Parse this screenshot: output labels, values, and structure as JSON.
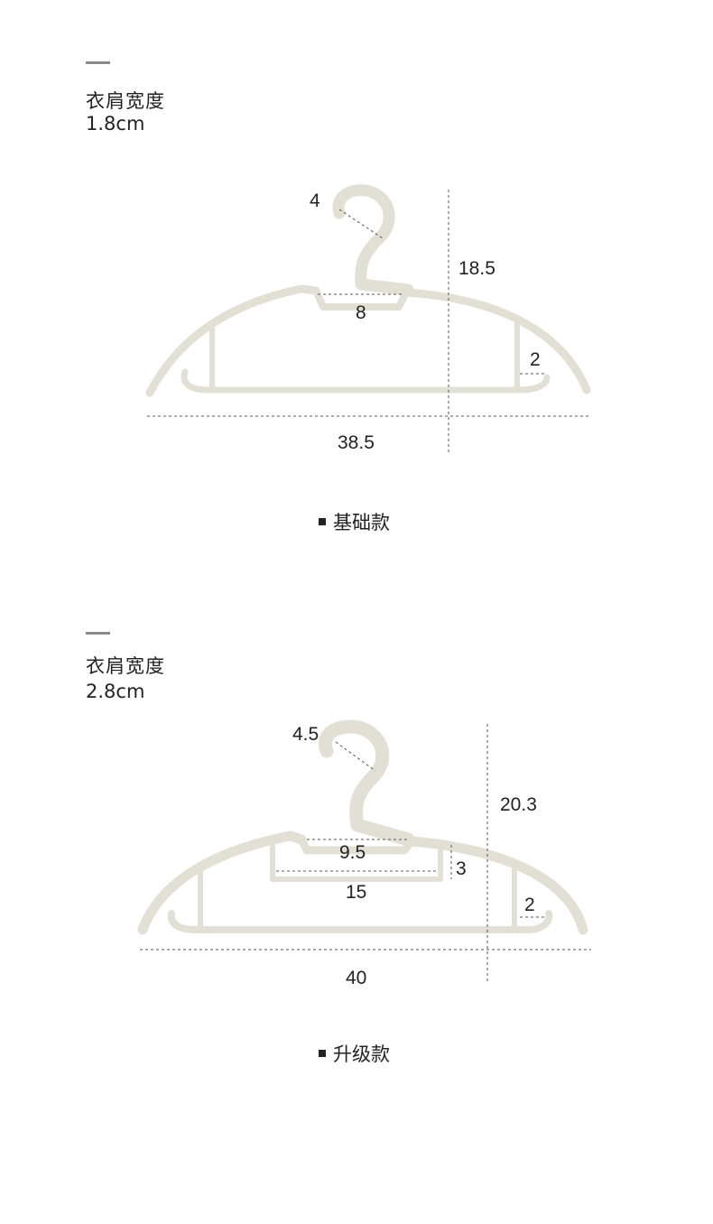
{
  "sections": [
    {
      "title": "衣肩宽度",
      "shoulder_width": "1.8cm",
      "dims": {
        "hook": "4",
        "neck": "8",
        "height": "18.5",
        "end": "2",
        "width": "38.5"
      },
      "caption": "基础款"
    },
    {
      "title": "衣肩宽度",
      "shoulder_width": "2.8cm",
      "dims": {
        "hook": "4.5",
        "neck": "9.5",
        "height": "20.3",
        "inner_height": "3",
        "inner_width": "15",
        "end": "2",
        "width": "40"
      },
      "caption": "升级款"
    }
  ],
  "colors": {
    "hanger_fill": "#f3f1ea",
    "hanger_stroke": "#d9d6cb",
    "accent": "#8a8a8a"
  }
}
